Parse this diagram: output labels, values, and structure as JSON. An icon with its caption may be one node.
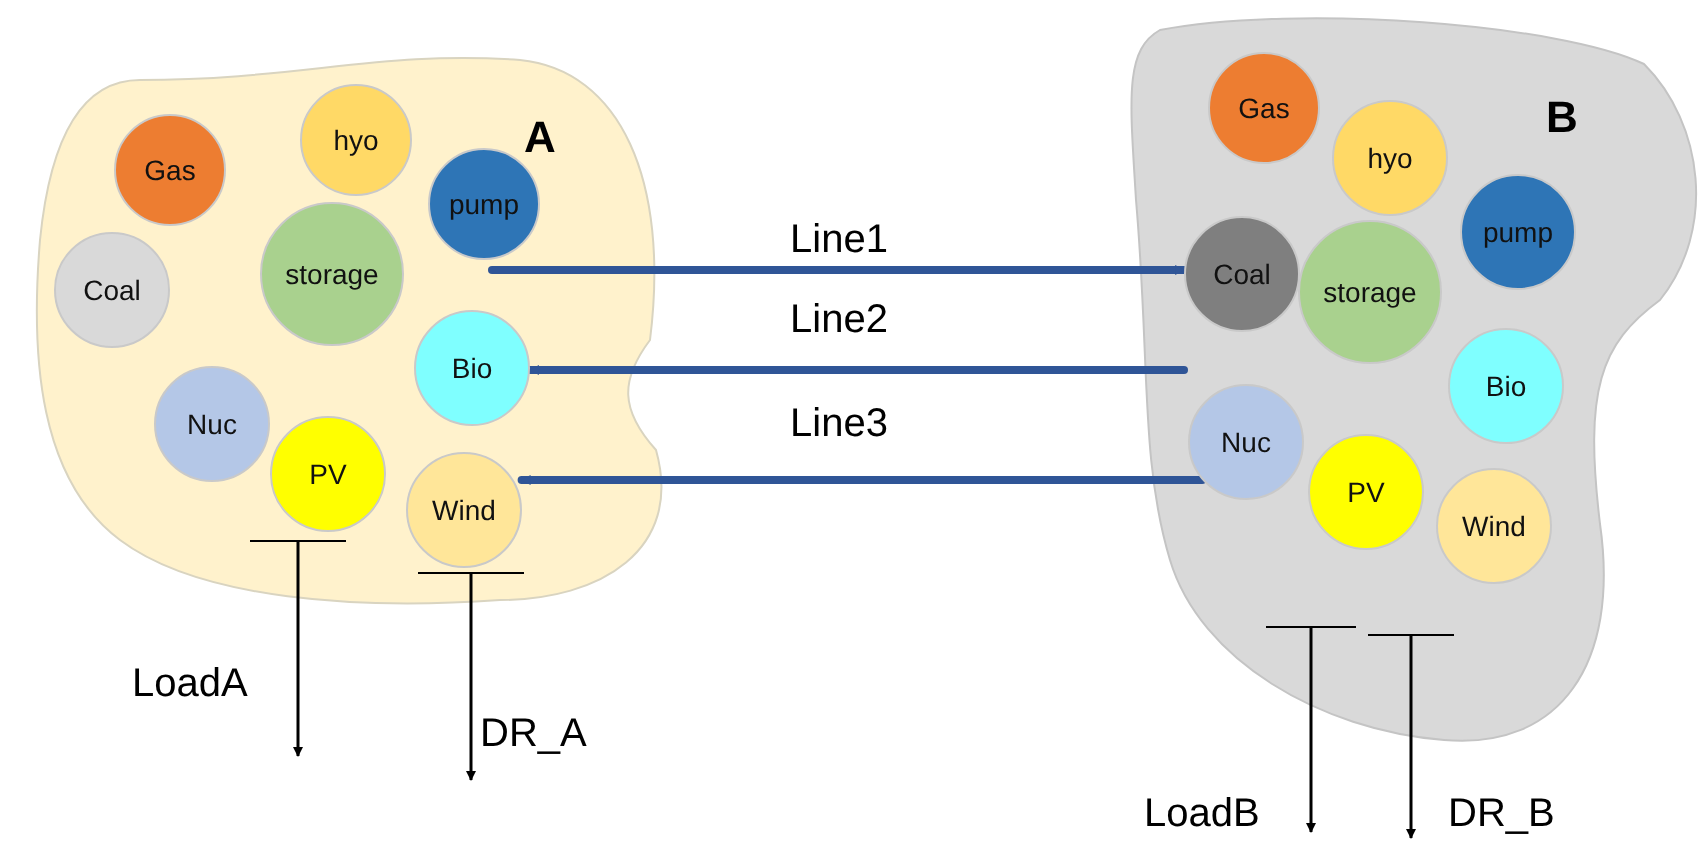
{
  "diagram": {
    "nodes": [
      {
        "text": [
          "A"
        ]
      },
      {
        "text": [
          "Gas"
        ],
        "in": 0
      },
      {
        "text": [
          "hyo"
        ],
        "in": 0
      },
      {
        "text": [
          "pump"
        ],
        "in": 0
      },
      {
        "text": [
          "Coal"
        ],
        "in": 0
      },
      {
        "text": [
          "storage"
        ],
        "in": 0
      },
      {
        "text": [
          "Bio"
        ],
        "in": 0
      },
      {
        "text": [
          "Nuc"
        ],
        "in": 0
      },
      {
        "text": [
          "PV"
        ],
        "in": 0
      },
      {
        "text": [
          "Wind"
        ],
        "in": 0
      },
      {
        "text": [
          "B"
        ]
      },
      {
        "text": [
          "Gas"
        ],
        "in": 10
      },
      {
        "text": [
          "hyo"
        ],
        "in": 10
      },
      {
        "text": [
          "Coal"
        ],
        "in": 10
      },
      {
        "text": [
          "storage"
        ],
        "in": 10
      },
      {
        "text": [
          "pump"
        ],
        "in": 10
      },
      {
        "text": [
          "Bio"
        ],
        "in": 10
      },
      {
        "text": [
          "Nuc"
        ],
        "in": 10
      },
      {
        "text": [
          "PV"
        ],
        "in": 10
      },
      {
        "text": [
          "Wind"
        ],
        "in": 10
      },
      {
        "text": [],
        "shape": "bar",
        "in": 0
      },
      {
        "text": [],
        "shape": "bar",
        "in": 0
      },
      {
        "text": [],
        "shape": "bar",
        "in": 10
      },
      {
        "text": [],
        "shape": "bar",
        "in": 10
      }
    ],
    "edges": [
      {
        "from": 3,
        "to": 13,
        "arrow": "to",
        "label": "Line1",
        "style": "thick",
        "color": "#2f5597"
      },
      {
        "from": 17,
        "to": 6,
        "arrow": "to",
        "label": "Line2",
        "style": "thick",
        "color": "#2f5597"
      },
      {
        "from": 17,
        "to": 9,
        "arrow": "to",
        "label": "Line3",
        "style": "thick",
        "color": "#2f5597"
      },
      {
        "from": 20,
        "to": null,
        "arrow": "to",
        "label": "LoadA"
      },
      {
        "from": 21,
        "to": null,
        "arrow": "to",
        "label": "DR_A"
      },
      {
        "from": 22,
        "to": null,
        "arrow": "to",
        "label": "LoadB"
      },
      {
        "from": 23,
        "to": null,
        "arrow": "to",
        "label": "DR_B"
      }
    ]
  }
}
